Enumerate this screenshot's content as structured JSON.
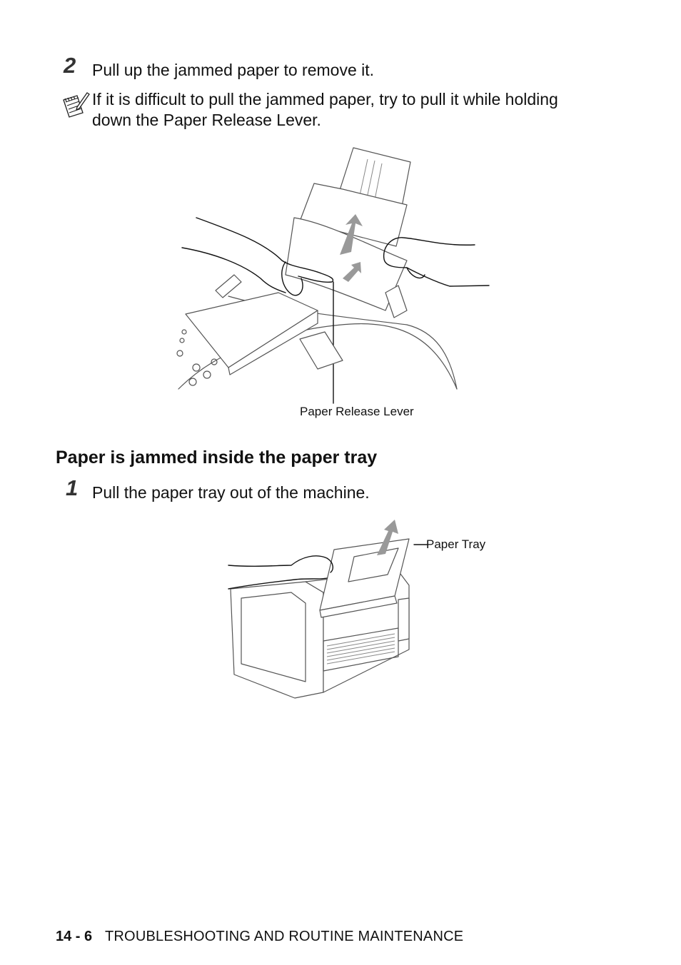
{
  "step2": {
    "number": "2",
    "text": "Pull up the jammed paper to remove it."
  },
  "note": {
    "icon": "note-pad-pencil-icon",
    "line1": "If it is difficult to pull the jammed paper, try to pull it while holding",
    "line2": "down the Paper Release Lever."
  },
  "figure1": {
    "callout": "Paper Release Lever"
  },
  "section": {
    "title": "Paper is jammed inside the paper tray"
  },
  "step1": {
    "number": "1",
    "text": "Pull the paper tray out of the machine."
  },
  "figure2": {
    "callout": "Paper Tray"
  },
  "footer": {
    "page_number": "14 - 6",
    "chapter": "TROUBLESHOOTING AND ROUTINE MAINTENANCE"
  }
}
